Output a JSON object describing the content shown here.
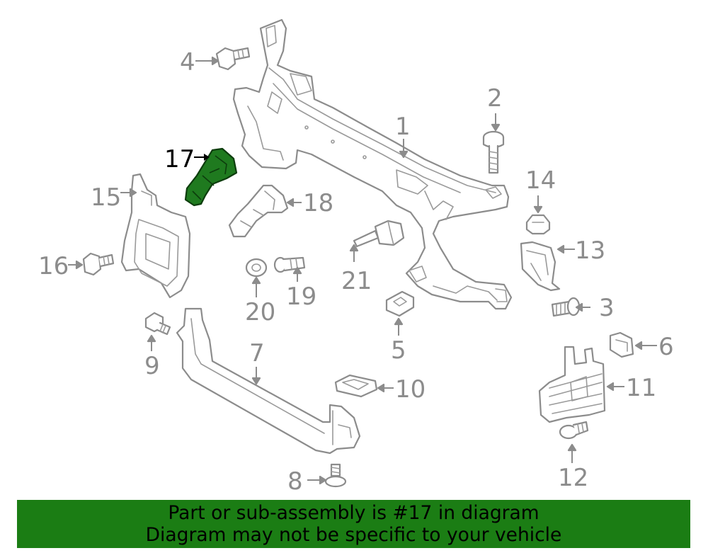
{
  "diagram": {
    "highlight_color": "#1f7a1f",
    "callouts": [
      {
        "id": "1",
        "label": "1"
      },
      {
        "id": "2",
        "label": "2"
      },
      {
        "id": "3",
        "label": "3"
      },
      {
        "id": "4",
        "label": "4"
      },
      {
        "id": "5",
        "label": "5"
      },
      {
        "id": "6",
        "label": "6"
      },
      {
        "id": "7",
        "label": "7"
      },
      {
        "id": "8",
        "label": "8"
      },
      {
        "id": "9",
        "label": "9"
      },
      {
        "id": "10",
        "label": "10"
      },
      {
        "id": "11",
        "label": "11"
      },
      {
        "id": "12",
        "label": "12"
      },
      {
        "id": "13",
        "label": "13"
      },
      {
        "id": "14",
        "label": "14"
      },
      {
        "id": "15",
        "label": "15"
      },
      {
        "id": "16",
        "label": "16"
      },
      {
        "id": "17",
        "label": "17"
      },
      {
        "id": "18",
        "label": "18"
      },
      {
        "id": "19",
        "label": "19"
      },
      {
        "id": "20",
        "label": "20"
      },
      {
        "id": "21",
        "label": "21"
      }
    ]
  },
  "banner": {
    "line1": "Part or sub-assembly is #17 in diagram",
    "line2": "Diagram may not be specific to your vehicle",
    "background": "#1b7d14"
  }
}
